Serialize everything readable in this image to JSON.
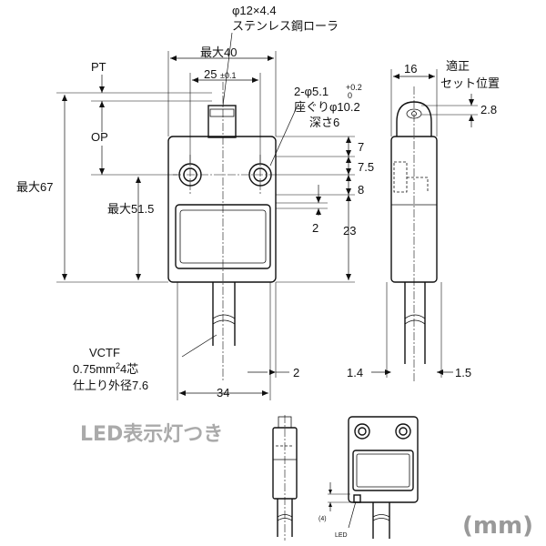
{
  "labels": {
    "roller_dim": "φ12×4.4",
    "roller_desc": "ステンレス鋼ローラ",
    "pt": "PT",
    "op": "OP",
    "max40": "最大40",
    "pitch25": "25",
    "pitch25_tol": "±0.1",
    "holes_line1": "2-φ5.1",
    "holes_tol_upper": "+0.2",
    "holes_tol_lower": "0",
    "holes_line2": "座ぐりφ10.2",
    "holes_line3": "深さ6",
    "dim7": "7",
    "dim7_5": "7.5",
    "dim8": "8",
    "dim2_left": "2",
    "dim23": "23",
    "max67": "最大67",
    "max51_5": "最大51.5",
    "side16": "16",
    "proper": "適正",
    "set_pos": "セット位置",
    "dim2_8": "2.8",
    "cable_l1": "VCTF",
    "cable_l2a": "0.75mm",
    "cable_l2_sup": "2",
    "cable_l2b": "4芯",
    "cable_l3": "仕上り外径7.6",
    "dim2_bottom": "2",
    "dim34": "34",
    "dim1_4": "1.4",
    "dim1_5": "1.5",
    "led_title": "LED表示灯つき",
    "led_dim4": "(4)",
    "led_label": "LED",
    "unit": "(mm)"
  }
}
